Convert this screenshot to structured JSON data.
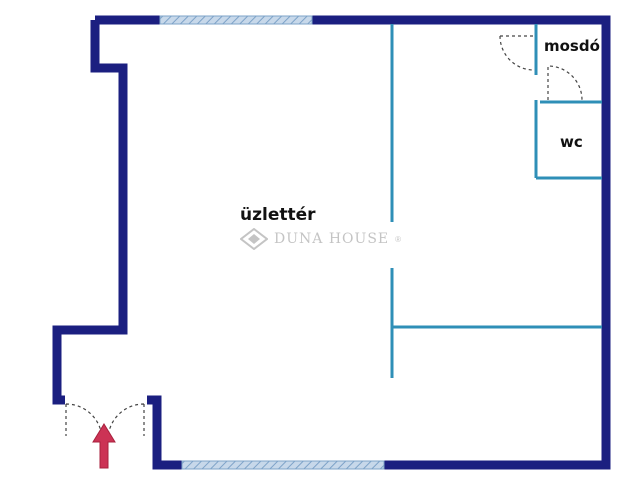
{
  "rooms": {
    "main": "üzlettér",
    "washroom": "mosdó",
    "wc": "wc"
  },
  "watermark": {
    "brand": "DUNA HOUSE",
    "registered": "®"
  },
  "colors": {
    "outer_wall": "#1b1f80",
    "partition": "#2f8fb7",
    "window": "#9bb8d6",
    "door_swing": "#444444",
    "entrance_arrow": "#cc3355",
    "watermark": "#8a8a8a"
  },
  "icons": {
    "entrance": "entrance-arrow-icon",
    "watermark_logo": "diamond-logo-icon"
  }
}
